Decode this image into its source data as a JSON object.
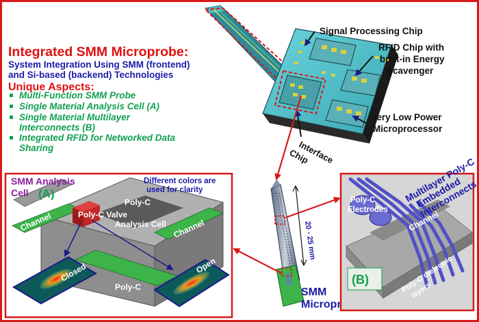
{
  "title": "Integrated SMM Microprobe:",
  "subtitle_line1": "System Integration Using SMM (frontend)",
  "subtitle_line2": "and Si-based (backend) Technologies",
  "unique_heading": "Unique Aspects:",
  "aspects": [
    {
      "line1": "Multi-Function SMM Probe",
      "line2": ""
    },
    {
      "line1": "Single Material Analysis Cell (A)",
      "line2": ""
    },
    {
      "line1": "Single Material Multilayer",
      "line2": "Interconnects (B)"
    },
    {
      "line1": "Integrated RFID for Networked Data",
      "line2": "Sharing"
    }
  ],
  "chip_labels": {
    "signal": "Signal Processing Chip",
    "rfid1": "RFID Chip with",
    "rfid2": "built-in Energy",
    "rfid3": "Scavenger",
    "micro1": "Very Low Power",
    "micro2": "Microprocessor",
    "interface1": "Interface",
    "interface2": "Chip"
  },
  "panel_a": {
    "title1": "SMM Analysis",
    "title2": "Cell",
    "tag": "(A)",
    "note1": "Different colors are",
    "note2": "used for clarity",
    "polyc_top": "Poly-C",
    "valve": "Poly-C Valve",
    "analysis": "Analysis Cell",
    "channel_left": "Channel",
    "channel_right": "Channel",
    "polyc_bottom": "Poly-C",
    "closed": "Closed",
    "open": "Open"
  },
  "probe": {
    "length": "20 - 25 mm",
    "name1": "SMM",
    "name2": "Microprobe"
  },
  "panel_b": {
    "title1": "Multilayer Poly-C",
    "title2": "Embedded",
    "title3": "Interconnects",
    "electrodes1": "Poly-C",
    "electrodes2": "Electrodes",
    "channel": "Channel",
    "dielectric1": "Poly-C dielectric",
    "dielectric2": "layers",
    "tag": "(B)"
  },
  "colors": {
    "title_red": "#e01010",
    "subtitle_blue": "#1a1aa8",
    "aspect_green": "#10a050",
    "frame_red": "#d81818",
    "chip_cyan": "#58c8d0"
  }
}
